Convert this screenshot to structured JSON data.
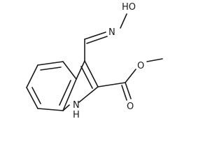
{
  "molecule": {
    "atoms": {
      "oxime_oh": "HO",
      "oxime_n": "N",
      "ester_o_single": "O",
      "ester_o_double": "O",
      "indole_nh": "N",
      "indole_nh_h": "H"
    }
  }
}
